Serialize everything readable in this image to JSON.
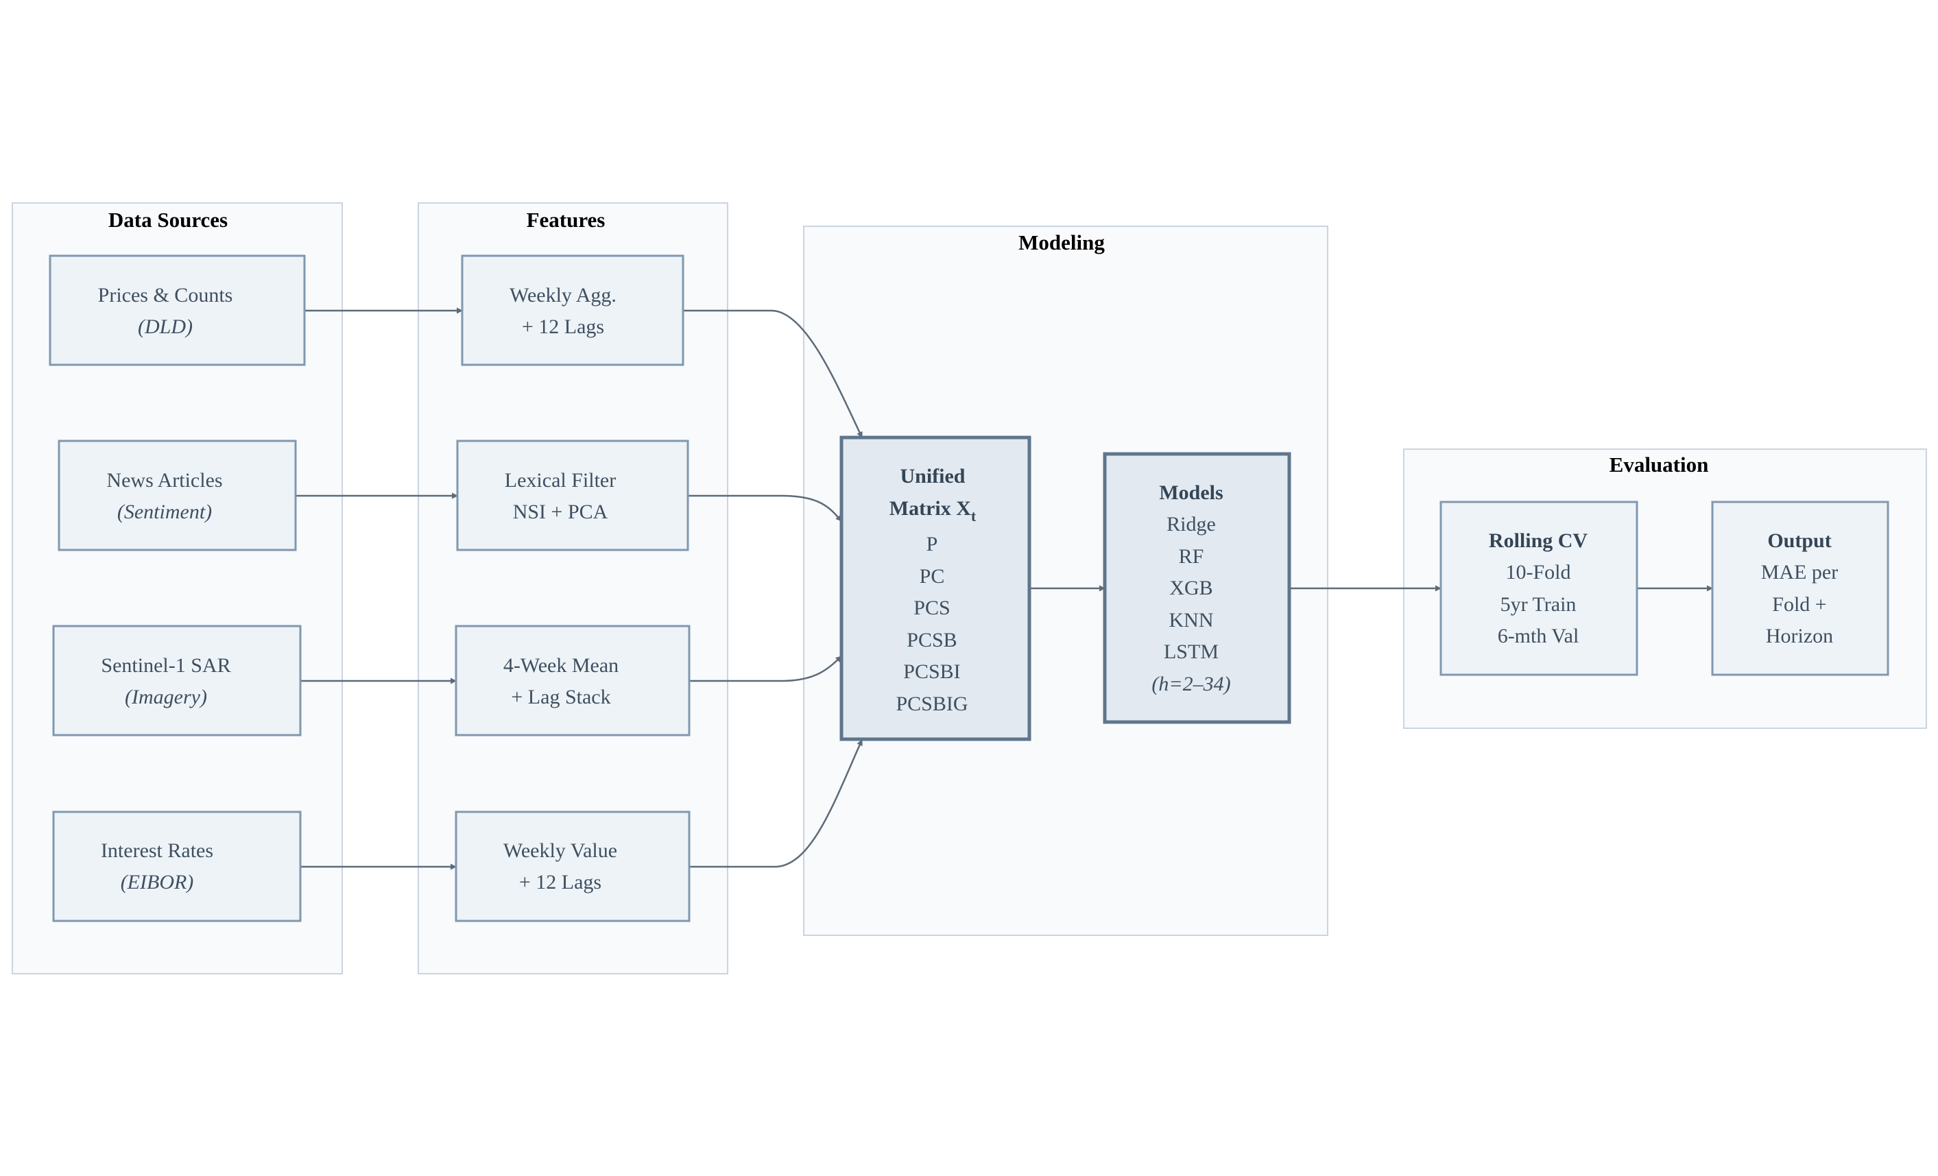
{
  "clusters": {
    "data_sources": "Data Sources",
    "features": "Features",
    "modeling": "Modeling",
    "evaluation": "Evaluation"
  },
  "nodes": {
    "prices": [
      "Prices & Counts",
      "(DLD)"
    ],
    "news": [
      "News Articles",
      "(Sentiment)"
    ],
    "sar": [
      "Sentinel-1 SAR",
      "(Imagery)"
    ],
    "rates": [
      "Interest Rates",
      "(EIBOR)"
    ],
    "weekly_agg": [
      "Weekly Agg.",
      "+ 12 Lags"
    ],
    "lexical": [
      "Lexical Filter",
      "NSI + PCA"
    ],
    "four_week": [
      "4-Week Mean",
      "+ Lag Stack"
    ],
    "weekly_value": [
      "Weekly Value",
      "+ 12 Lags"
    ],
    "unified": {
      "title_line1": "Unified",
      "title_line2": "Matrix X",
      "title_subscript": "t",
      "items": [
        "P",
        "PC",
        "PCS",
        "PCSB",
        "PCSBI",
        "PCSBIG"
      ]
    },
    "models": {
      "title": "Models",
      "items": [
        "Ridge",
        "RF",
        "XGB",
        "KNN",
        "LSTM"
      ],
      "note": "(h=2–34)"
    },
    "rolling_cv": {
      "title": "Rolling CV",
      "items": [
        "10-Fold",
        "5yr Train",
        "6-mth Val"
      ]
    },
    "output": {
      "title": "Output",
      "items": [
        "MAE per",
        "Fold +",
        "Horizon"
      ]
    }
  },
  "colors": {
    "cluster_fill": "#f8fafc",
    "cluster_stroke": "#cbd5e1",
    "node_fill": "#eef3f7",
    "node_stroke": "#8098b0",
    "edge": "#5d6b79"
  }
}
